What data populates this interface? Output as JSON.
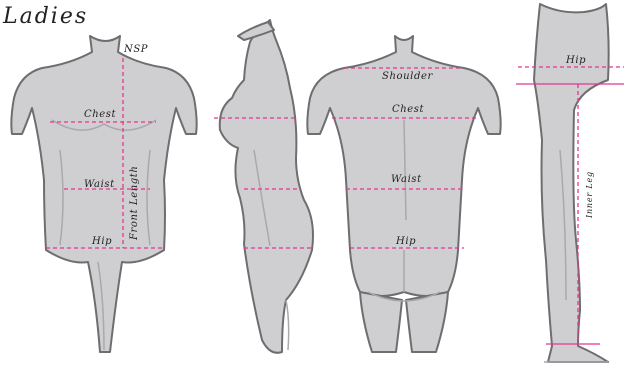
{
  "title": "Ladies",
  "labels": {
    "nsp": "NSP",
    "chest": "Chest",
    "waist": "Waist",
    "hip": "Hip",
    "front_length": "Front Length",
    "shoulder": "Shoulder",
    "back_chest": "Chest",
    "back_waist": "Waist",
    "back_hip": "Hip",
    "leg_hip": "Hip",
    "inner_leg": "Inner Leg"
  },
  "colors": {
    "body": "#cfcfd1",
    "outline": "#6e6e70",
    "shadow": "#a9a9ab",
    "measure": "#e2388f"
  }
}
